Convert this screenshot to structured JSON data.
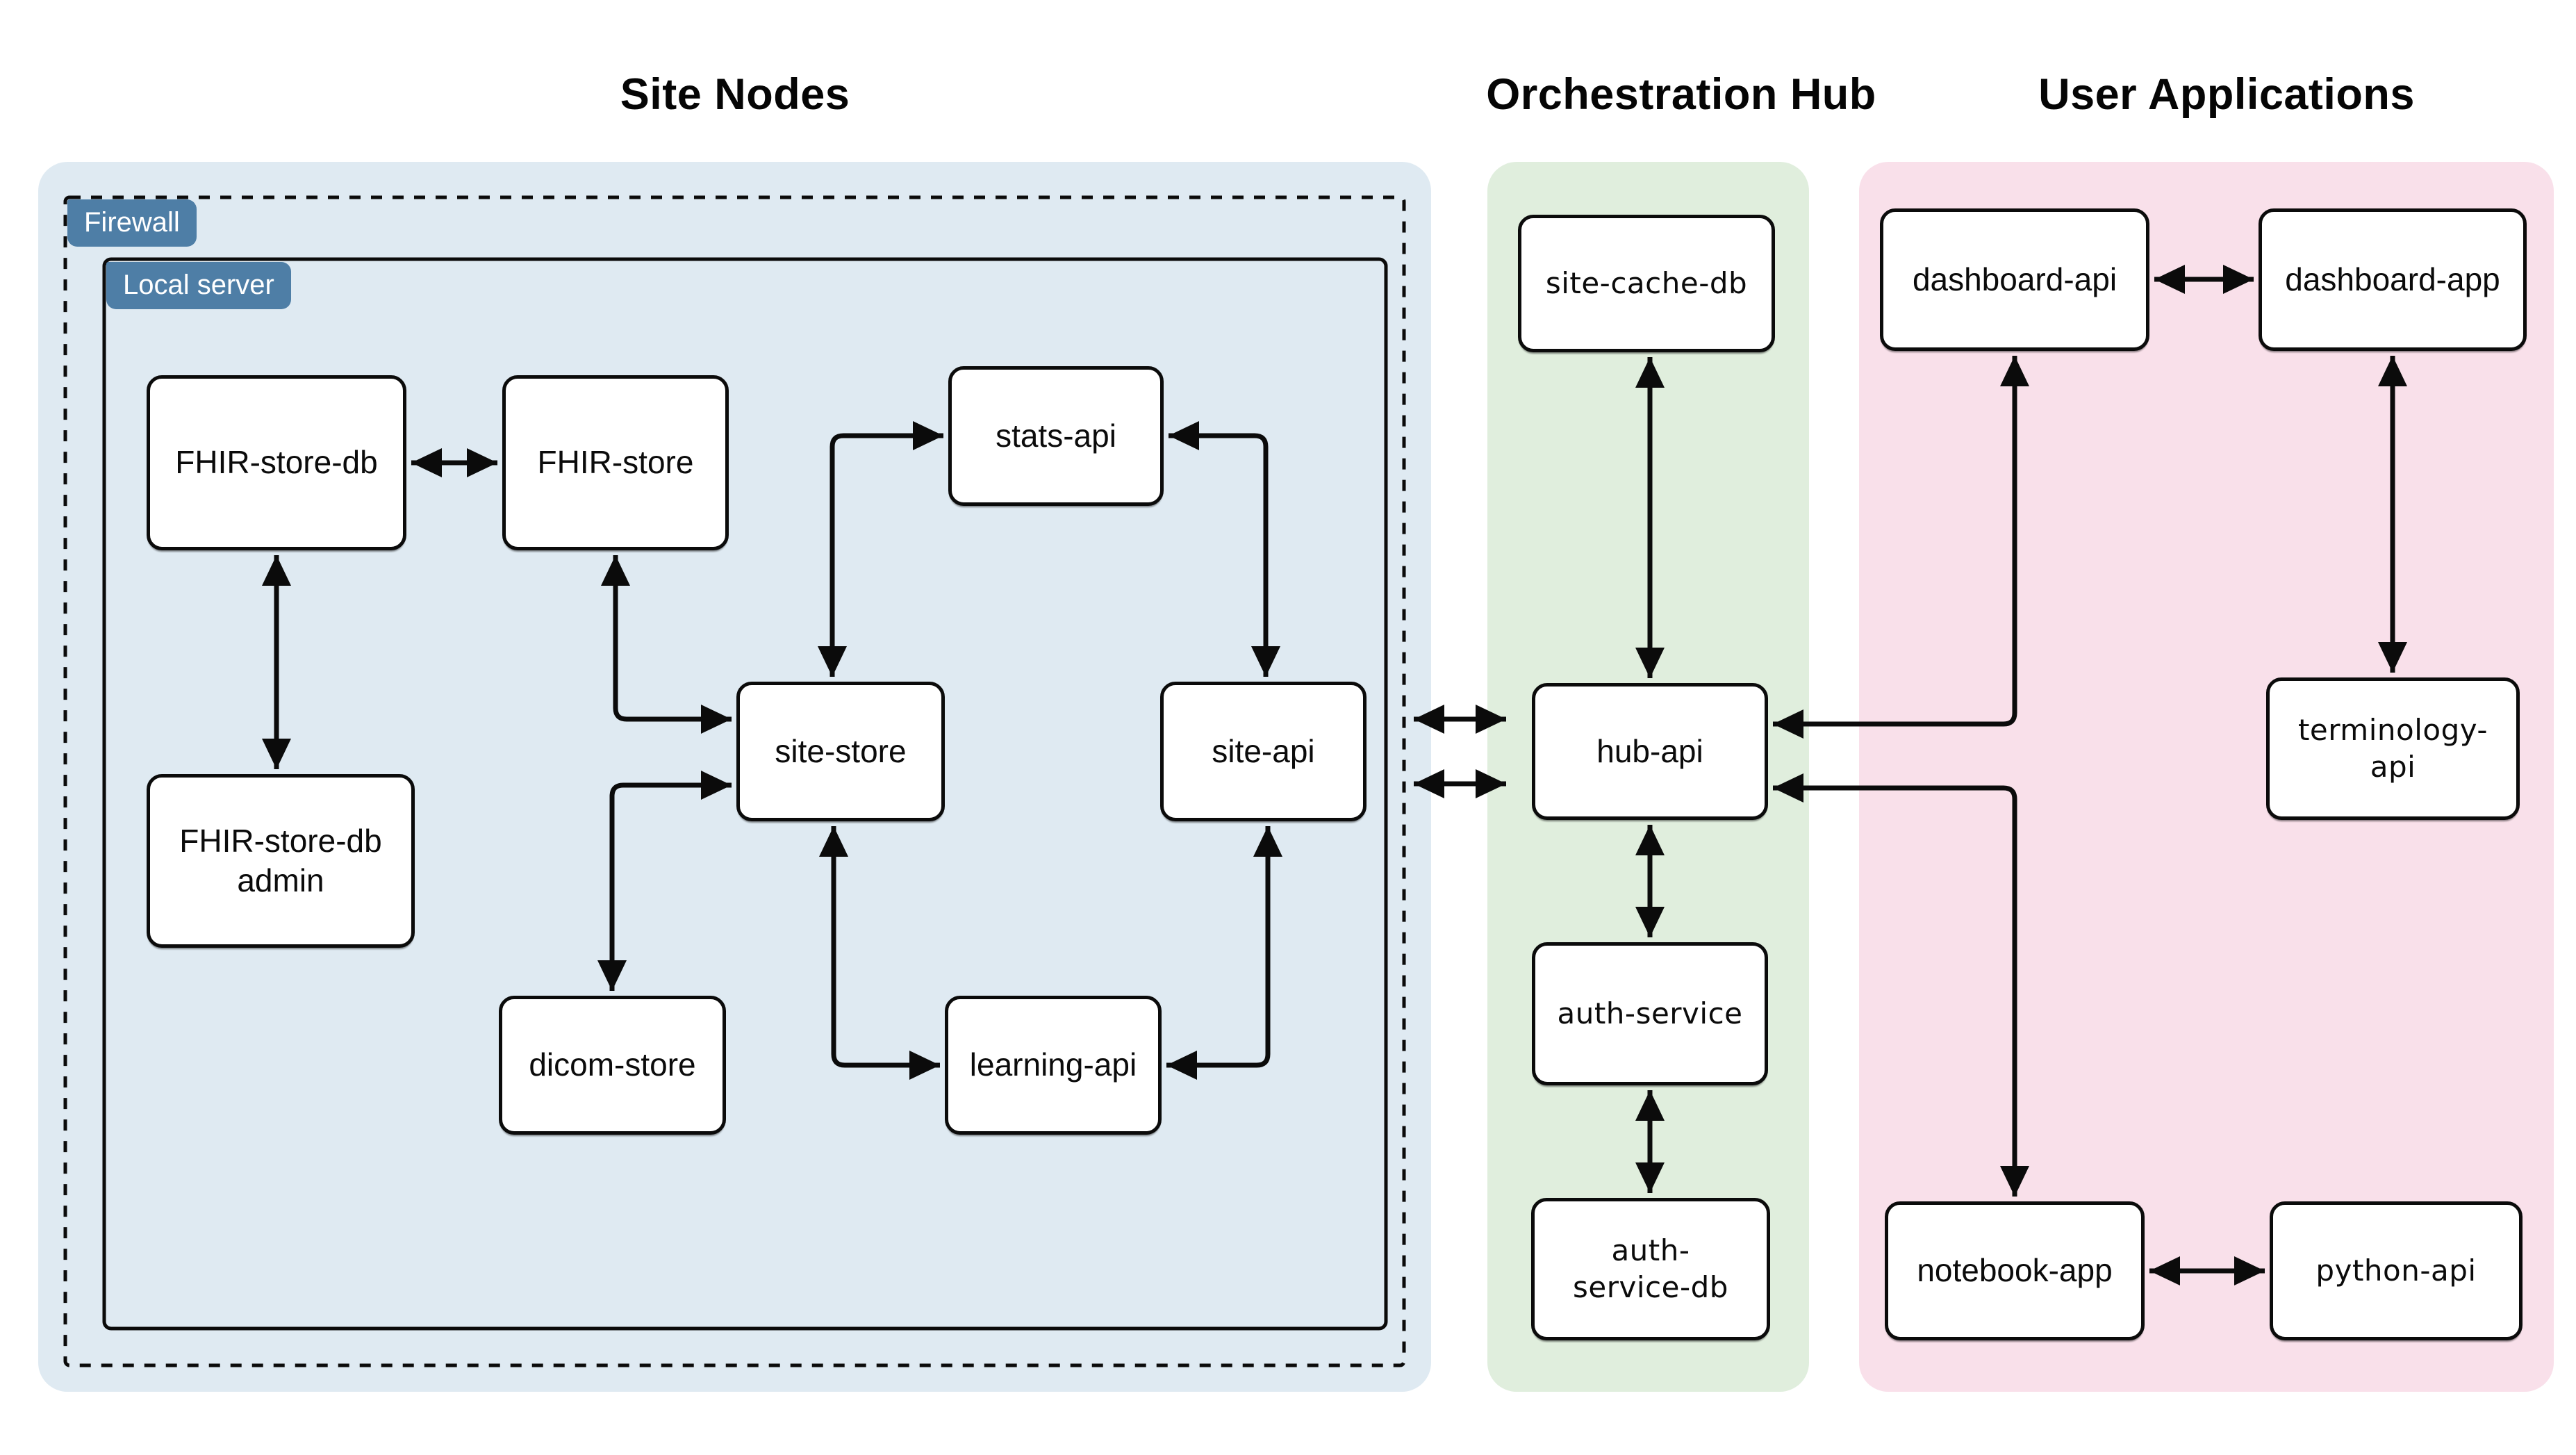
{
  "titles": {
    "site_nodes": "Site Nodes",
    "orchestration_hub": "Orchestration Hub",
    "user_applications": "User Applications"
  },
  "frames": {
    "firewall_label": "Firewall",
    "local_server_label": "Local server"
  },
  "nodes": {
    "fhir_store_db": {
      "label": "FHIR-store-db"
    },
    "fhir_store": {
      "label": "FHIR-store"
    },
    "stats_api": {
      "label": "stats-api"
    },
    "fhir_store_db_admin": {
      "label": "FHIR-store-db\nadmin"
    },
    "site_store": {
      "label": "site-store"
    },
    "site_api": {
      "label": "site-api"
    },
    "dicom_store": {
      "label": "dicom-store"
    },
    "learning_api": {
      "label": "learning-api"
    },
    "site_cache_db": {
      "label": "site-cache-db"
    },
    "hub_api": {
      "label": "hub-api"
    },
    "auth_service": {
      "label": "auth-service"
    },
    "auth_service_db": {
      "label": "auth-\nservice-db"
    },
    "dashboard_api": {
      "label": "dashboard-api"
    },
    "dashboard_app": {
      "label": "dashboard-app"
    },
    "terminology_api": {
      "label": "terminology-\napi"
    },
    "notebook_app": {
      "label": "notebook-app"
    },
    "python_api": {
      "label": "python-api"
    }
  },
  "edges": [
    {
      "from": "FHIR-store-db",
      "to": "FHIR-store",
      "bidirectional": true
    },
    {
      "from": "FHIR-store-db",
      "to": "FHIR-store-db admin",
      "bidirectional": true
    },
    {
      "from": "FHIR-store",
      "to": "site-store",
      "bidirectional": true
    },
    {
      "from": "dicom-store",
      "to": "site-store",
      "bidirectional": true
    },
    {
      "from": "site-store",
      "to": "stats-api",
      "bidirectional": true
    },
    {
      "from": "stats-api",
      "to": "site-api",
      "bidirectional": true
    },
    {
      "from": "site-store",
      "to": "learning-api",
      "bidirectional": true
    },
    {
      "from": "learning-api",
      "to": "site-api",
      "bidirectional": true
    },
    {
      "from": "site-api",
      "to": "hub-api",
      "bidirectional": true,
      "note": "upper link crossing firewall"
    },
    {
      "from": "site-api",
      "to": "hub-api",
      "bidirectional": true,
      "note": "lower link crossing firewall"
    },
    {
      "from": "site-cache-db",
      "to": "hub-api",
      "bidirectional": true
    },
    {
      "from": "hub-api",
      "to": "auth-service",
      "bidirectional": true
    },
    {
      "from": "auth-service",
      "to": "auth-service-db",
      "bidirectional": true
    },
    {
      "from": "hub-api",
      "to": "dashboard-api",
      "bidirectional": true
    },
    {
      "from": "hub-api",
      "to": "notebook-app",
      "bidirectional": true
    },
    {
      "from": "dashboard-api",
      "to": "dashboard-app",
      "bidirectional": true
    },
    {
      "from": "dashboard-app",
      "to": "terminology-api",
      "bidirectional": true
    },
    {
      "from": "notebook-app",
      "to": "python-api",
      "bidirectional": true
    }
  ],
  "colors": {
    "panel_site_nodes": "#dfeaf2",
    "panel_orchestration_hub": "#e0eedd",
    "panel_user_applications": "#f9e0ea",
    "frame_badge": "#4e7ea6",
    "node_fill": "#ffffff",
    "line": "#0b0b0b",
    "background": "#ffffff"
  }
}
